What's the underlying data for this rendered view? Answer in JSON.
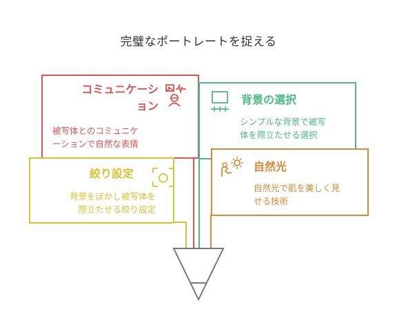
{
  "title": "完璧なポートレートを捉える",
  "colors": {
    "communication": "#D9534F",
    "background": "#4DB887",
    "aperture": "#D8C234",
    "light": "#D98A34",
    "funnel": "#777777"
  },
  "cards": {
    "communication": {
      "title_line1": "コミュニケーシ",
      "title_line2": "ョン",
      "desc_line1": "被写体とのコミュニケ",
      "desc_line2": "ーションで自然な表情",
      "icon": "person-icon"
    },
    "background": {
      "title": "背景の選択",
      "desc_line1": "シンプルな背景で被写",
      "desc_line2": "体を際立たせる選択",
      "icon": "monitor-icon"
    },
    "aperture": {
      "title": "絞り設定",
      "desc_line1": "背景をぼかし被写体を",
      "desc_line2": "際立たせる絞り設定",
      "icon": "focus-icon"
    },
    "light": {
      "title": "自然光",
      "desc_line1": "自然光で肌を美しく見",
      "desc_line2": "せる技術",
      "icon": "sun-icon"
    }
  }
}
